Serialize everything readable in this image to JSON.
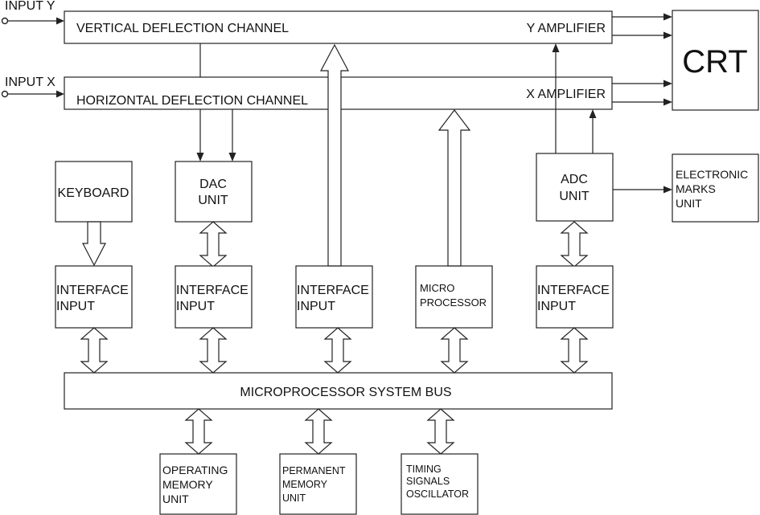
{
  "inputs": {
    "input_y": "INPUT Y",
    "input_x": "INPUT X"
  },
  "channels": {
    "vertical": "VERTICAL DEFLECTION CHANNEL",
    "y_amplifier": "Y AMPLIFIER",
    "horizontal": "HORIZONTAL DEFLECTION CHANNEL",
    "x_amplifier": "X AMPLIFIER"
  },
  "crt": "CRT",
  "keyboard": "KEYBOARD",
  "dac": {
    "line1": "DAC",
    "line2": "UNIT"
  },
  "adc": {
    "line1": "ADC",
    "line2": "UNIT"
  },
  "electronic_marks": {
    "line1": "ELECTRONIC",
    "line2": "MARKS",
    "line3": "UNIT"
  },
  "interface": {
    "line1": "INTERFACE",
    "line2": "INPUT"
  },
  "microprocessor": {
    "line1": "MICRO",
    "line2": "PROCESSOR"
  },
  "system_bus": "MICROPROCESSOR SYSTEM BUS",
  "operating_memory": {
    "line1": "OPERATING",
    "line2": "MEMORY",
    "line3": "UNIT"
  },
  "permanent_memory": {
    "line1": "PERMANENT",
    "line2": "MEMORY",
    "line3": "UNIT"
  },
  "timing": {
    "line1": "TIMING",
    "line2": "SIGNALS",
    "line3": "OSCILLATOR"
  }
}
